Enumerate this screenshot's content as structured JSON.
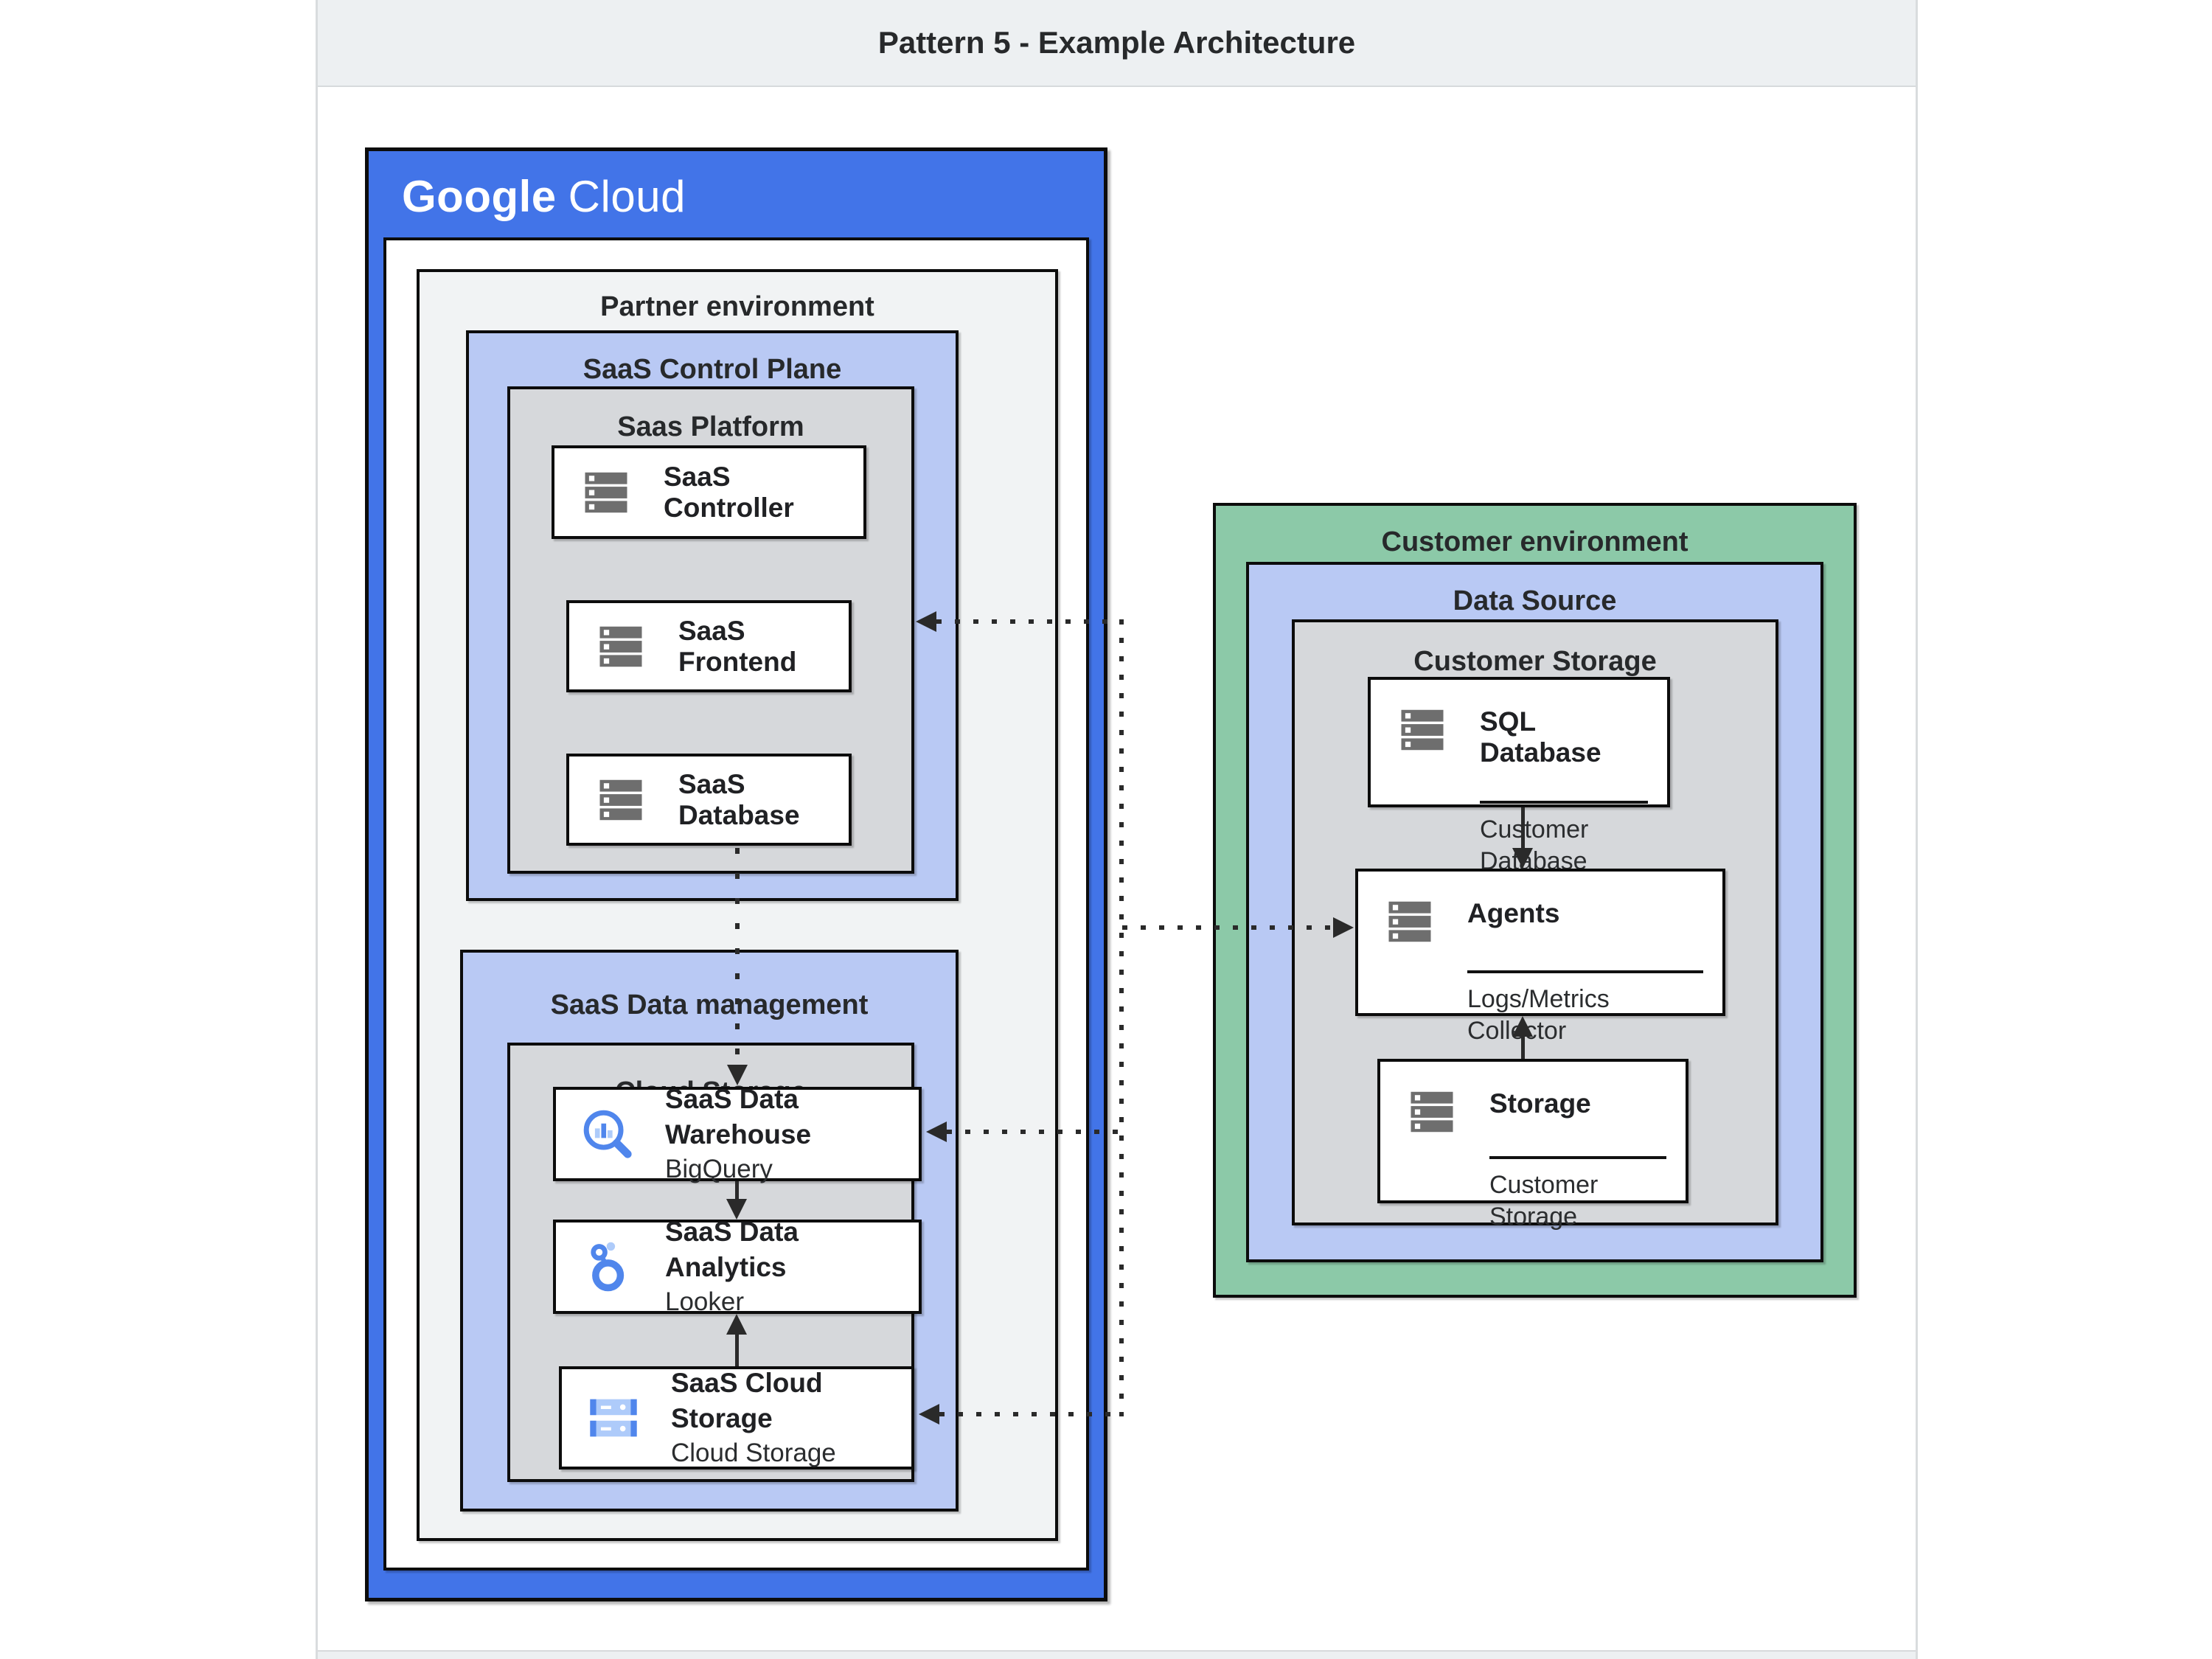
{
  "page": {
    "title": "Pattern 5 - Example Architecture"
  },
  "colors": {
    "google_blue": "#4274e8",
    "panel_light_blue": "#b9c9f4",
    "panel_gray": "#d6d8db",
    "partner_env_gray": "#f1f3f4",
    "customer_env_green": "#8cc9a8",
    "header_band": "#edf0f2",
    "line": "#2a2a2a",
    "icon_gray": "#6e6e6e",
    "icon_blue": "#5086ec",
    "icon_blue_light": "#aecbfa"
  },
  "icons": {
    "server": "server-rack-icon",
    "bigquery": "bigquery-magnifier-icon",
    "looker": "looker-icon",
    "cloud_storage": "cloud-storage-bars-icon"
  },
  "google_cloud": {
    "logo_primary": "Google",
    "logo_secondary": "Cloud",
    "partner_environment": {
      "label": "Partner environment",
      "saas_control_plane": {
        "label": "SaaS Control Plane",
        "saas_platform": {
          "label": "Saas Platform",
          "controller": {
            "label": "SaaS Controller"
          },
          "frontend": {
            "label": "SaaS Frontend"
          },
          "database": {
            "label": "SaaS Database"
          }
        }
      },
      "saas_data_management": {
        "label": "SaaS Data management",
        "cloud_storage": {
          "label": "Cloud Storage",
          "warehouse": {
            "title": "SaaS Data Warehouse",
            "subtitle": "BigQuery"
          },
          "analytics": {
            "title": "SaaS Data Analytics",
            "subtitle": "Looker"
          },
          "saas_cloud_storage": {
            "title": "SaaS Cloud Storage",
            "subtitle": "Cloud Storage"
          }
        }
      }
    }
  },
  "customer_environment": {
    "label": "Customer environment",
    "data_source": {
      "label": "Data Source",
      "customer_storage": {
        "label": "Customer Storage",
        "sql_database": {
          "title": "SQL Database",
          "subtitle": "Customer Database"
        },
        "agents": {
          "title": "Agents",
          "subtitle": "Logs/Metrics Collector"
        },
        "storage": {
          "title": "Storage",
          "subtitle": "Customer Storage"
        }
      }
    }
  }
}
